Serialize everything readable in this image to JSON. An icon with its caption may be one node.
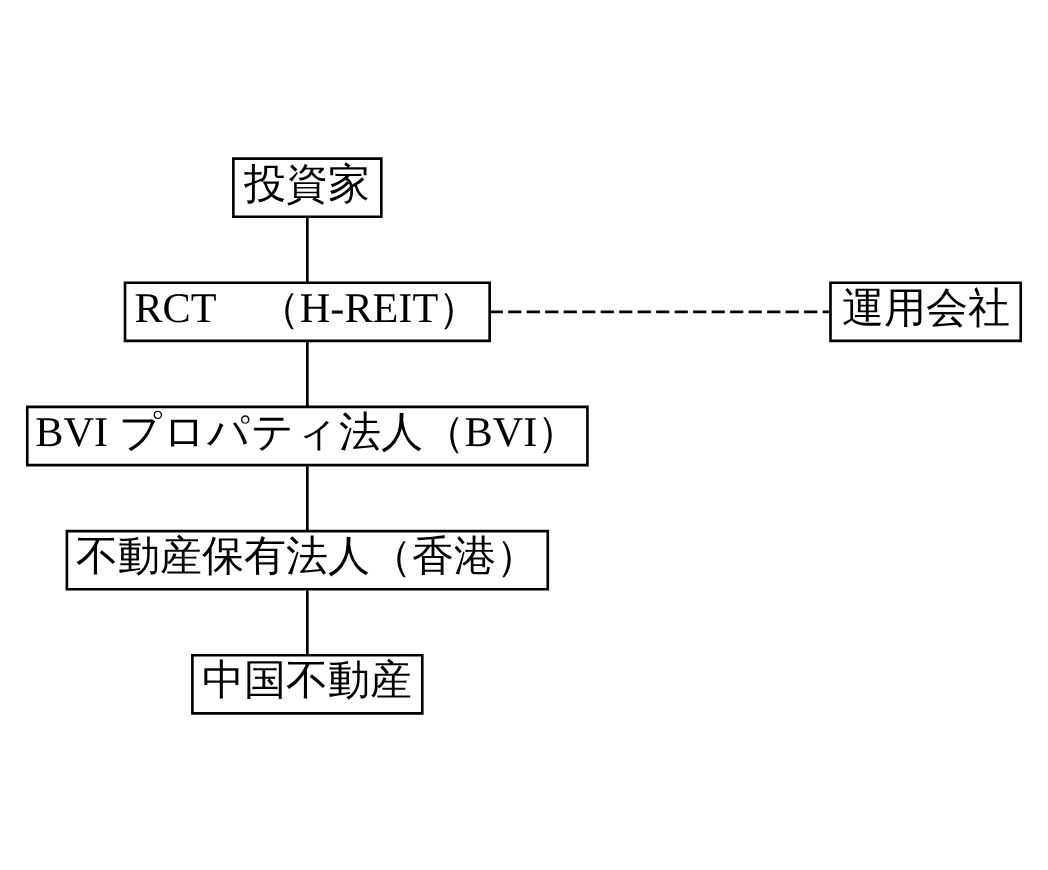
{
  "diagram": {
    "nodes": [
      {
        "text": [
          "投資家"
        ]
      },
      {
        "text": [
          "RCT　（H-REIT）"
        ]
      },
      {
        "text": [
          "運用会社"
        ]
      },
      {
        "text": [
          "BVI プロパティ法人（BVI）"
        ]
      },
      {
        "text": [
          "不動産保有法人（香港）"
        ]
      },
      {
        "text": [
          "中国不動産"
        ]
      }
    ],
    "edges": [
      {
        "from": 0,
        "to": 1,
        "arrow": "none"
      },
      {
        "from": 1,
        "to": 2,
        "arrow": "none",
        "style": "dashed"
      },
      {
        "from": 1,
        "to": 3,
        "arrow": "none"
      },
      {
        "from": 3,
        "to": 4,
        "arrow": "none"
      },
      {
        "from": 4,
        "to": 5,
        "arrow": "none"
      }
    ]
  }
}
